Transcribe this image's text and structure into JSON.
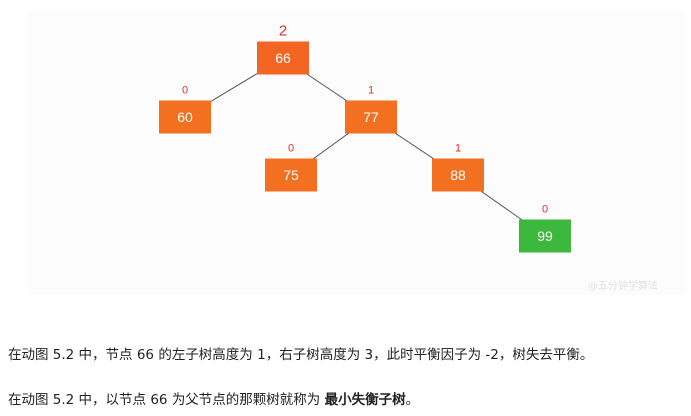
{
  "tree": {
    "nodes": [
      {
        "id": "n66",
        "label": "66",
        "bf": "2",
        "color": "#f26522"
      },
      {
        "id": "n60",
        "label": "60",
        "bf": "0",
        "color": "#f37021"
      },
      {
        "id": "n77",
        "label": "77",
        "bf": "1",
        "color": "#f37021"
      },
      {
        "id": "n75",
        "label": "75",
        "bf": "0",
        "color": "#f37021"
      },
      {
        "id": "n88",
        "label": "88",
        "bf": "1",
        "color": "#f37021"
      },
      {
        "id": "n99",
        "label": "99",
        "bf": "0",
        "color": "#3cb83c"
      }
    ],
    "edges": [
      [
        "n66",
        "n60"
      ],
      [
        "n66",
        "n77"
      ],
      [
        "n77",
        "n75"
      ],
      [
        "n77",
        "n88"
      ],
      [
        "n88",
        "n99"
      ]
    ]
  },
  "watermark": "@五分钟学算法",
  "text": {
    "p1": "在动图 5.2 中，节点 66 的左子树高度为 1，右子树高度为 3，此时平衡因子为 -2，树失去平衡。",
    "p2_prefix": "在动图 5.2 中，以节点 66 为父节点的那颗树就称为 ",
    "p2_strong": "最小失衡子树",
    "p2_suffix": "。"
  }
}
